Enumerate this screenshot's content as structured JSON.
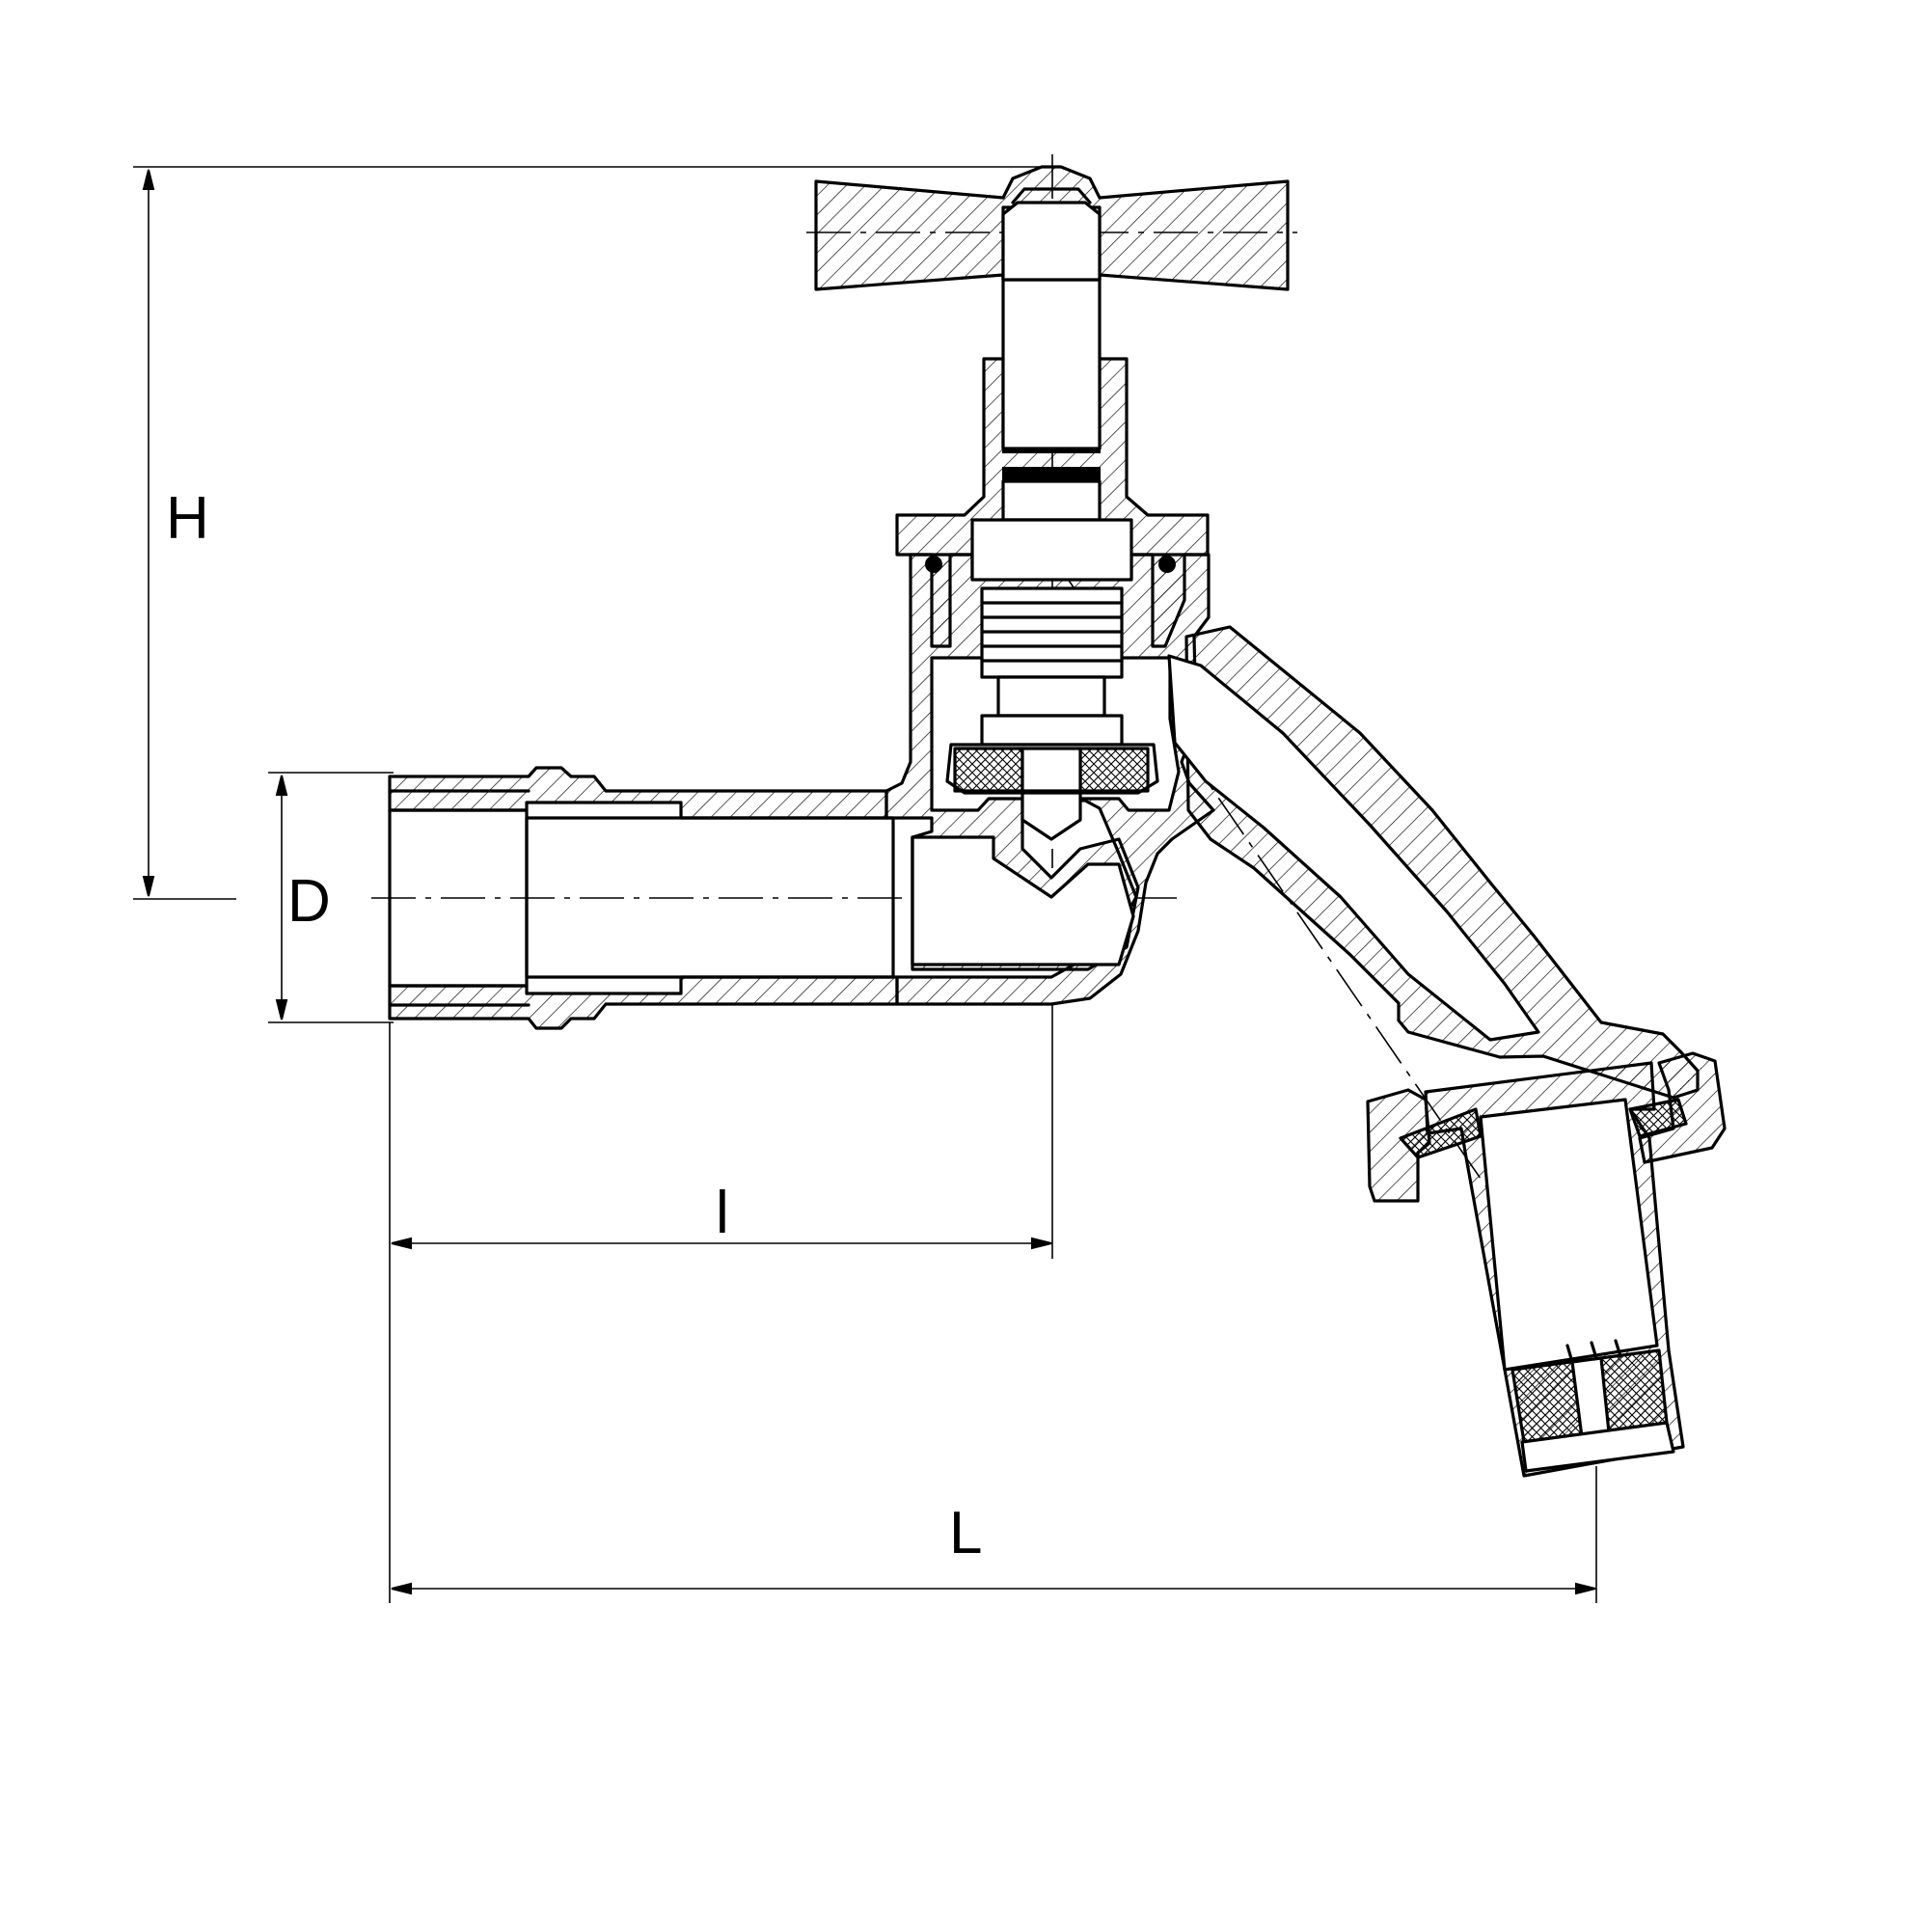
{
  "dimensions": {
    "height_label": "H",
    "diameter_label": "D",
    "length_small_label": "l",
    "length_total_label": "L"
  }
}
